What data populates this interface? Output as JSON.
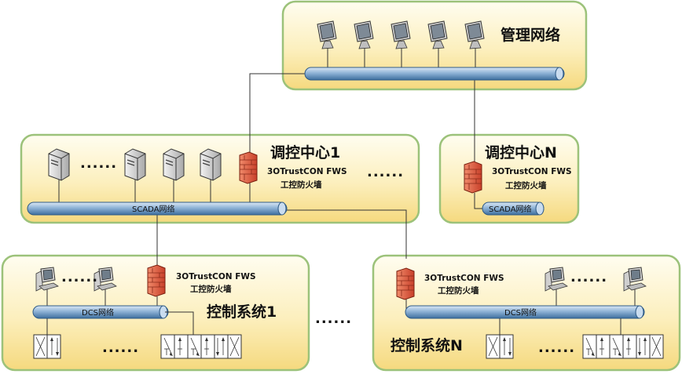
{
  "zones": {
    "management": {
      "title": "管理网络"
    },
    "dispatch_1": {
      "title": "调控中心1",
      "bus": "SCADA网络",
      "fw_line1": "3OTrustCON FWS",
      "fw_line2": "工控防火墙"
    },
    "dispatch_n": {
      "title": "调控中心N",
      "bus": "SCADA网络",
      "fw_line1": "3OTrustCON FWS",
      "fw_line2": "工控防火墙"
    },
    "control_1": {
      "title": "控制系统1",
      "bus": "DCS网络",
      "fw_line1": "3OTrustCON FWS",
      "fw_line2": "工控防火墙"
    },
    "control_n": {
      "title": "控制系统N",
      "bus": "DCS网络",
      "fw_line1": "3OTrustCON FWS",
      "fw_line2": "工控防火墙"
    }
  },
  "ellipsis": {
    "servers": "......",
    "dispatch_between": "......",
    "control_between": "......",
    "pcs": "......",
    "valves": "......"
  },
  "colors": {
    "zone_border": "#9cc27a",
    "zone_fill_top": "#fefbe8",
    "zone_fill_bottom": "#f6dc86",
    "bus": "#8fb3d6",
    "firewall": "#d9553a"
  }
}
